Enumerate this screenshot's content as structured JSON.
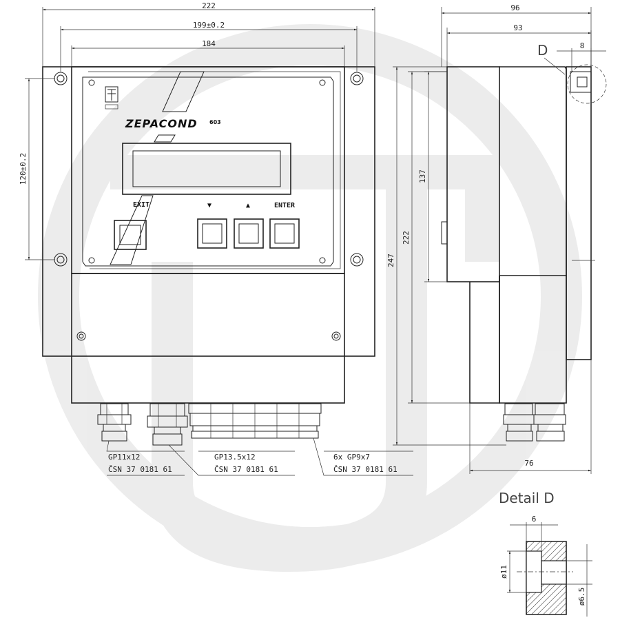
{
  "front_view": {
    "dim_width_total": "222",
    "dim_mount_spacing": "199±0.2",
    "dim_panel_width": "184",
    "dim_vertical_spacing": "120±0.2",
    "brand": "ZEPACOND",
    "brand_model": "603",
    "button_exit": "EXIT",
    "button_down": "▼",
    "button_up": "▲",
    "button_enter": "ENTER"
  },
  "side_view": {
    "dim_depth_total": "96",
    "dim_depth_body": "93",
    "detail_marker": "D",
    "dim_detail": "8",
    "dim_height_total": "247",
    "dim_height_body": "222",
    "dim_height_upper": "137",
    "dim_bottom_width": "76"
  },
  "glands": {
    "gland1_type": "GP11x12",
    "gland1_std": "ČSN 37 0181 61",
    "gland2_type": "GP13.5x12",
    "gland2_std": "ČSN 37 0181 61",
    "gland3_type": "6x GP9x7",
    "gland3_std": "ČSN 37 0181 61"
  },
  "detail": {
    "title": "Detail D",
    "dim_top": "6",
    "dim_outer_dia": "ø11",
    "dim_inner_dia": "ø6.5"
  }
}
